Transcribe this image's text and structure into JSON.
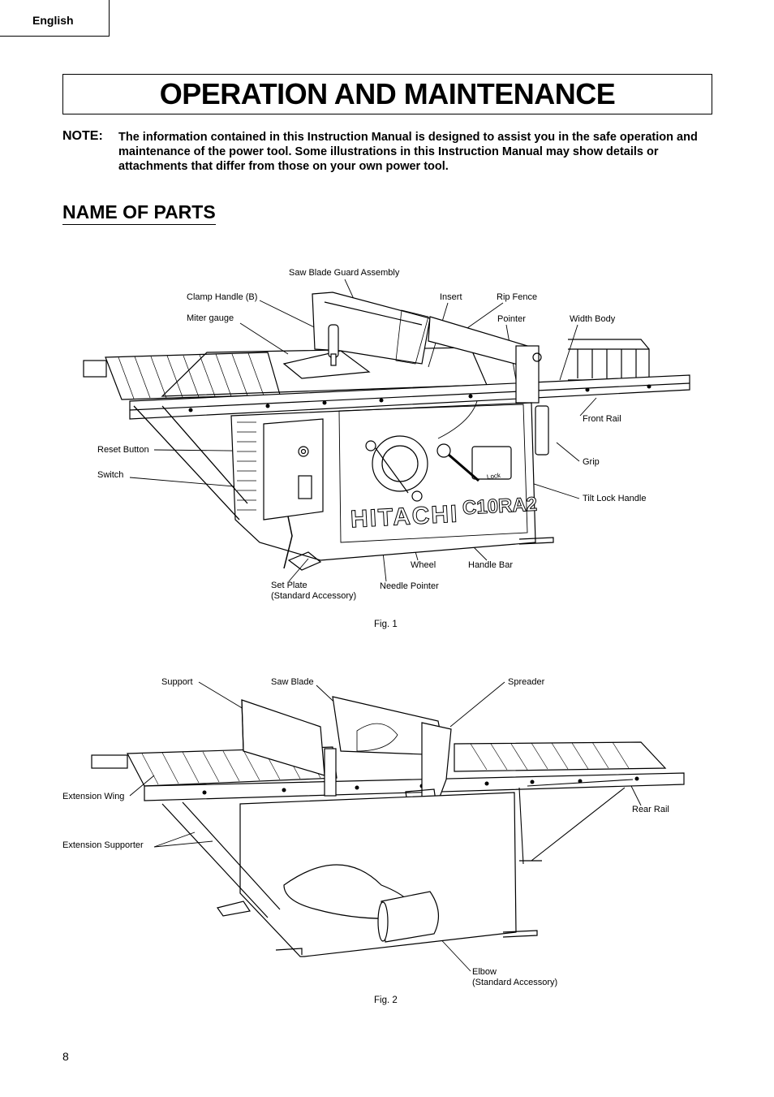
{
  "language_tab": "English",
  "title": "OPERATION AND MAINTENANCE",
  "note": {
    "label": "NOTE:",
    "text": "The information contained in this Instruction Manual is designed to assist you in the safe operation and maintenance of the power tool. Some illustrations in this Instruction Manual may show details or attachments that differ from those on your own power tool."
  },
  "section_heading": "NAME OF PARTS",
  "fig1": {
    "caption": "Fig. 1",
    "brand": "HITACHI",
    "model": "C10RA2",
    "lock_text": "Lock",
    "labels": {
      "saw_blade_guard_assembly": "Saw Blade Guard Assembly",
      "clamp_handle_b": "Clamp Handle (B)",
      "miter_gauge": "Miter gauge",
      "insert": "Insert",
      "rip_fence": "Rip Fence",
      "pointer": "Pointer",
      "width_body": "Width Body",
      "front_rail": "Front Rail",
      "reset_button": "Reset Button",
      "switch": "Switch",
      "grip": "Grip",
      "tilt_lock_handle": "Tilt Lock Handle",
      "wheel": "Wheel",
      "handle_bar": "Handle Bar",
      "set_plate": "Set Plate",
      "set_plate_note": "(Standard Accessory)",
      "needle_pointer": "Needle Pointer"
    }
  },
  "fig2": {
    "caption": "Fig. 2",
    "labels": {
      "support": "Support",
      "saw_blade": "Saw Blade",
      "spreader": "Spreader",
      "extension_wing": "Extension Wing",
      "rear_rail": "Rear Rail",
      "extension_supporter": "Extension Supporter",
      "elbow": "Elbow",
      "elbow_note": "(Standard Accessory)"
    }
  },
  "page_number": "8"
}
